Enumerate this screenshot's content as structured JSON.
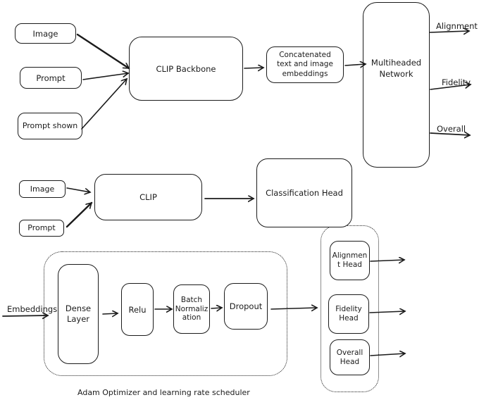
{
  "diagram": {
    "top": {
      "inputs": [
        {
          "label": "Image"
        },
        {
          "label": "Prompt"
        },
        {
          "label": "Prompt shown"
        }
      ],
      "backbone_label": "CLIP Backbone",
      "concat_label": "Concatenated\ntext and image\nembeddings",
      "multihead_label": "Multiheaded\nNetwork",
      "outputs": [
        {
          "label": "Alignment"
        },
        {
          "label": "Fidelity"
        },
        {
          "label": "Overall"
        }
      ]
    },
    "middle": {
      "inputs": [
        {
          "label": "Image"
        },
        {
          "label": "Prompt"
        }
      ],
      "clip_label": "CLIP",
      "head_label": "Classification Head"
    },
    "bottom": {
      "input_label": "Embeddings",
      "dense_label": "Dense\nLayer",
      "relu_label": "Relu",
      "batchnorm_label": "Batch\nNormaliz\nation",
      "dropout_label": "Dropout",
      "heads": [
        {
          "label": "Alignmen\nt Head"
        },
        {
          "label": "Fidelity\nHead"
        },
        {
          "label": "Overall\nHead"
        }
      ],
      "caption": "Adam Optimizer and learning rate scheduler"
    },
    "colors": {
      "ink": "#1b1b1b",
      "background": "#ffffff"
    }
  }
}
